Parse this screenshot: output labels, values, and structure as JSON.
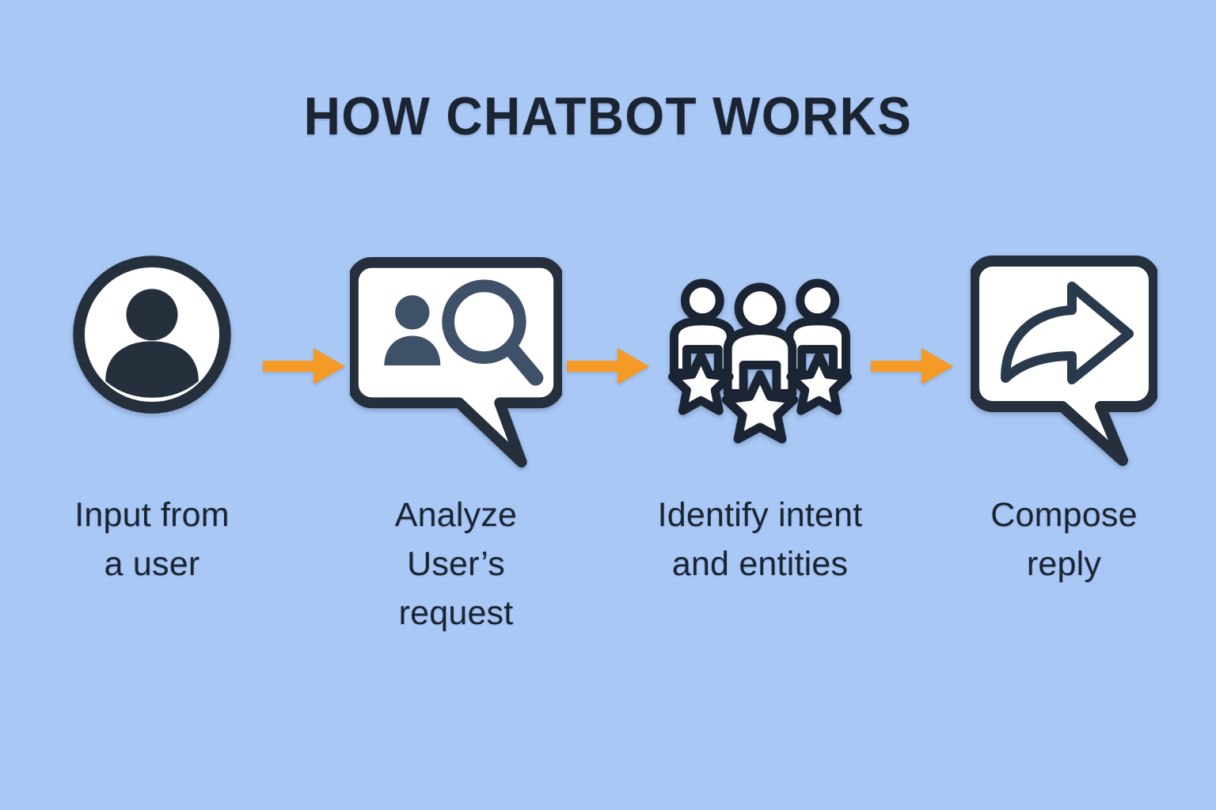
{
  "poster": {
    "title": "HOW CHATBOT WORKS",
    "background_color": "#a9c8f6",
    "ink_color": "#1b2432",
    "accent_color": "#f59a24",
    "icon_fill_color": "#ffffff",
    "icon_detail_color": "#3f5168"
  },
  "steps": [
    {
      "index": "1",
      "icon": "user-avatar-icon",
      "label": "Input from\na user"
    },
    {
      "index": "2",
      "icon": "speech-bubble-search-icon",
      "label": "Analyze User’s\nrequest"
    },
    {
      "index": "3",
      "icon": "people-stars-icon",
      "label": "Identify intent\nand entities"
    },
    {
      "index": "4",
      "icon": "speech-bubble-reply-arrow-icon",
      "label": "Compose\nreply"
    }
  ],
  "connectors": [
    {
      "index": "1",
      "icon": "arrow-right-icon"
    },
    {
      "index": "2",
      "icon": "arrow-right-icon"
    },
    {
      "index": "3",
      "icon": "arrow-right-icon"
    }
  ]
}
